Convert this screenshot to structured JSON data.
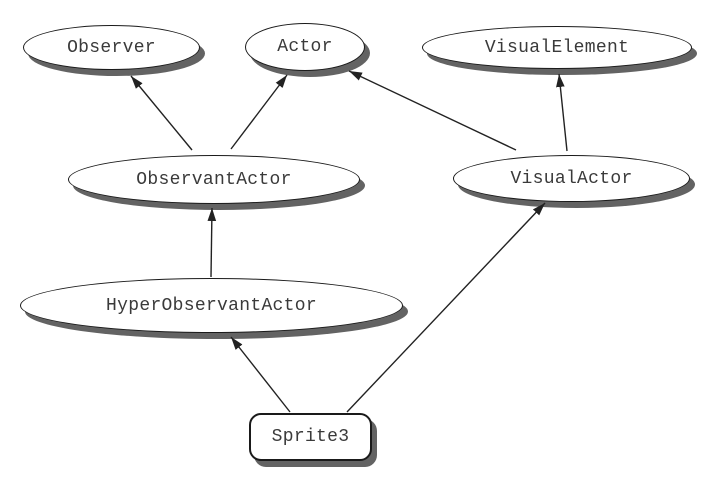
{
  "diagram": {
    "type": "class-inheritance-diagram",
    "colors": {
      "background": "#ffffff",
      "node_fill": "#ffffff",
      "node_border": "#1a1a1a",
      "node_shadow": "#636363",
      "text": "#3a3a3a",
      "edge": "#222222"
    },
    "nodes": {
      "observer": {
        "label": "Observer",
        "shape": "ellipse"
      },
      "actor": {
        "label": "Actor",
        "shape": "ellipse"
      },
      "visual_element": {
        "label": "VisualElement",
        "shape": "ellipse"
      },
      "observant_actor": {
        "label": "ObservantActor",
        "shape": "ellipse"
      },
      "visual_actor": {
        "label": "VisualActor",
        "shape": "ellipse"
      },
      "hyper_observant_actor": {
        "label": "HyperObservantActor",
        "shape": "ellipse"
      },
      "sprite3": {
        "label": "Sprite3",
        "shape": "rounded-rect"
      }
    },
    "edges": [
      {
        "from": "ObservantActor",
        "to": "Observer"
      },
      {
        "from": "ObservantActor",
        "to": "Actor"
      },
      {
        "from": "VisualActor",
        "to": "Actor"
      },
      {
        "from": "VisualActor",
        "to": "VisualElement"
      },
      {
        "from": "HyperObservantActor",
        "to": "ObservantActor"
      },
      {
        "from": "Sprite3",
        "to": "HyperObservantActor"
      },
      {
        "from": "Sprite3",
        "to": "VisualActor"
      }
    ]
  }
}
